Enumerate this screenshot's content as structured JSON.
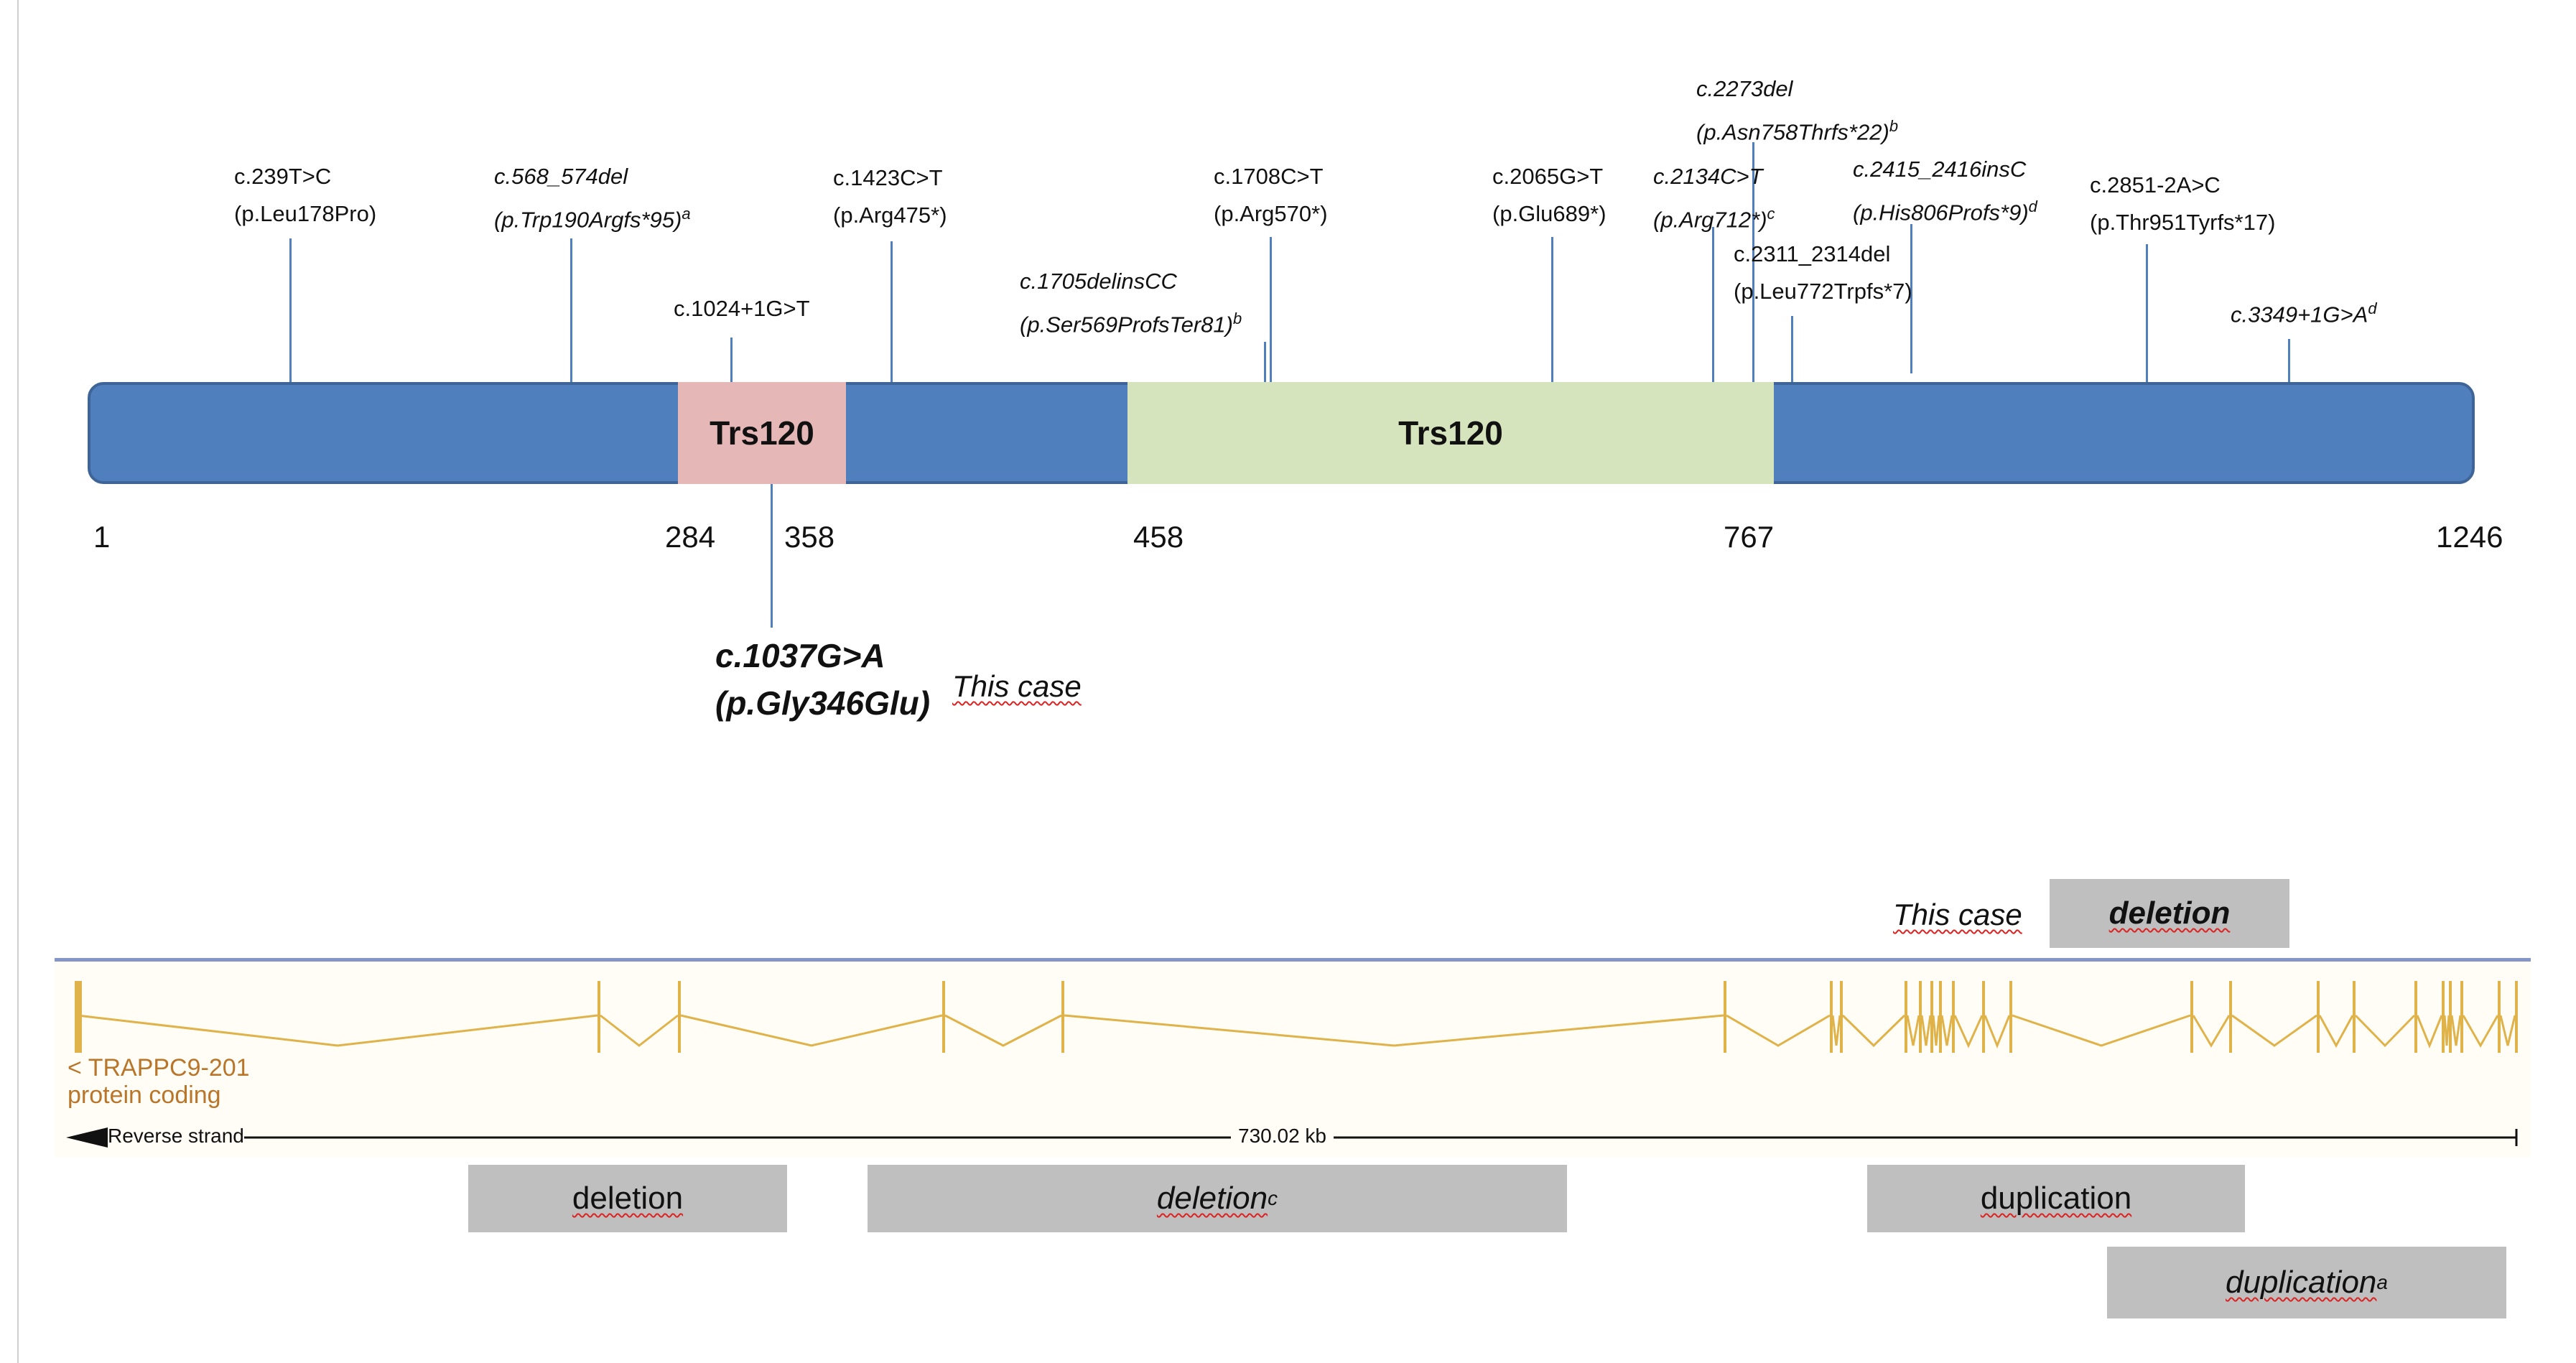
{
  "protein": {
    "domains": [
      {
        "label": "Trs120",
        "color": "#e6b7b7"
      },
      {
        "label": "Trs120",
        "color": "#d6e4bd"
      }
    ],
    "bar_color": "#4f7fbd",
    "positions": [
      "1",
      "284",
      "358",
      "458",
      "767",
      "1246"
    ]
  },
  "variants": [
    {
      "line1": "c.239T>C",
      "line2": "(p.Leu178Pro)",
      "sup": ""
    },
    {
      "line1": "c.568_574del",
      "line2": "(p.Trp190Argfs*95)",
      "sup": "a"
    },
    {
      "line1": "c.1024+1G>T",
      "line2": "",
      "sup": ""
    },
    {
      "line1": "c.1423C>T",
      "line2": "(p.Arg475*)",
      "sup": ""
    },
    {
      "line1": "c.1705delinsCC",
      "line2": "(p.Ser569ProfsTer81)",
      "sup": "b"
    },
    {
      "line1": "c.1708C>T",
      "line2": "(p.Arg570*)",
      "sup": ""
    },
    {
      "line1": "c.2065G>T",
      "line2": "(p.Glu689*)",
      "sup": ""
    },
    {
      "line1": "c.2134C>T",
      "line2": "(p.Arg712*)",
      "sup": "c"
    },
    {
      "line1": "c.2273del",
      "line2": "(p.Asn758Thrfs*22)",
      "sup": "b"
    },
    {
      "line1": "c.2311_2314del",
      "line2": "(p.Leu772Trpfs*7)",
      "sup": ""
    },
    {
      "line1": "c.2415_2416insC",
      "line2": "(p.His806Profs*9)",
      "sup": "d"
    },
    {
      "line1": "c.2851-2A>C",
      "line2": "(p.Thr951Tyrfs*17)",
      "sup": ""
    },
    {
      "line1": "c.3349+1G>A",
      "line2": "",
      "sup": "d"
    }
  ],
  "this_variant": {
    "line1": "c.1037G>A",
    "line2": "(p.Gly346Glu)",
    "note": "This case"
  },
  "genome": {
    "gene_name": "< TRAPPC9-201",
    "biotype": "protein coding",
    "strand": "Reverse strand",
    "scale": "730.02 kb",
    "gene_color": "#e0b34a"
  },
  "cnvs": {
    "this_case_label": "This case",
    "this_case": {
      "label": "deletion",
      "sup": ""
    },
    "others": [
      {
        "label": "deletion",
        "sup": ""
      },
      {
        "label": "deletion",
        "sup": "c"
      },
      {
        "label": "duplication",
        "sup": ""
      },
      {
        "label": "duplication",
        "sup": "a"
      }
    ]
  }
}
